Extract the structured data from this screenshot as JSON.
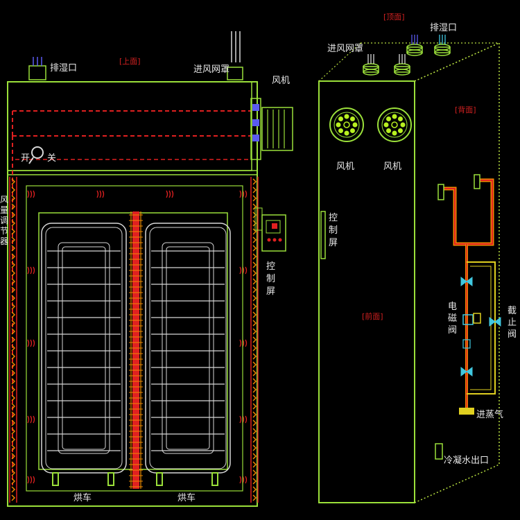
{
  "labels": {
    "top_view": "[上面]",
    "top_side": "[顶面]",
    "front_face": "[前面]",
    "right_face": "[背面]",
    "exhaust_port_left": "排湿口",
    "exhaust_port_right": "排湿口",
    "air_inlet_left": "进风网罩",
    "air_inlet_right": "进风网罩",
    "fan_left": "风机",
    "fan_front_1": "风机",
    "fan_front_2": "风机",
    "open": "开",
    "close": "关",
    "damper_v": "风量调节器",
    "control_left_v": "控制屏",
    "control_right_v": "控制屏",
    "solenoid_v": "电磁阀",
    "stop_valve_v": "截止阀",
    "steam_inlet": "进蒸气",
    "condensate_outlet": "冷凝水出口",
    "cart_1": "烘车",
    "cart_2": "烘车"
  },
  "colors": {
    "frame": "#9be03a",
    "heater": "#e02020",
    "heater_orange": "#f08a00",
    "rack": "#d8d8d8",
    "fan_blue": "#5a5af0",
    "dotted": "#b8e040",
    "pipe_yellow": "#e0d020",
    "valve_cyan": "#40c8e0"
  }
}
